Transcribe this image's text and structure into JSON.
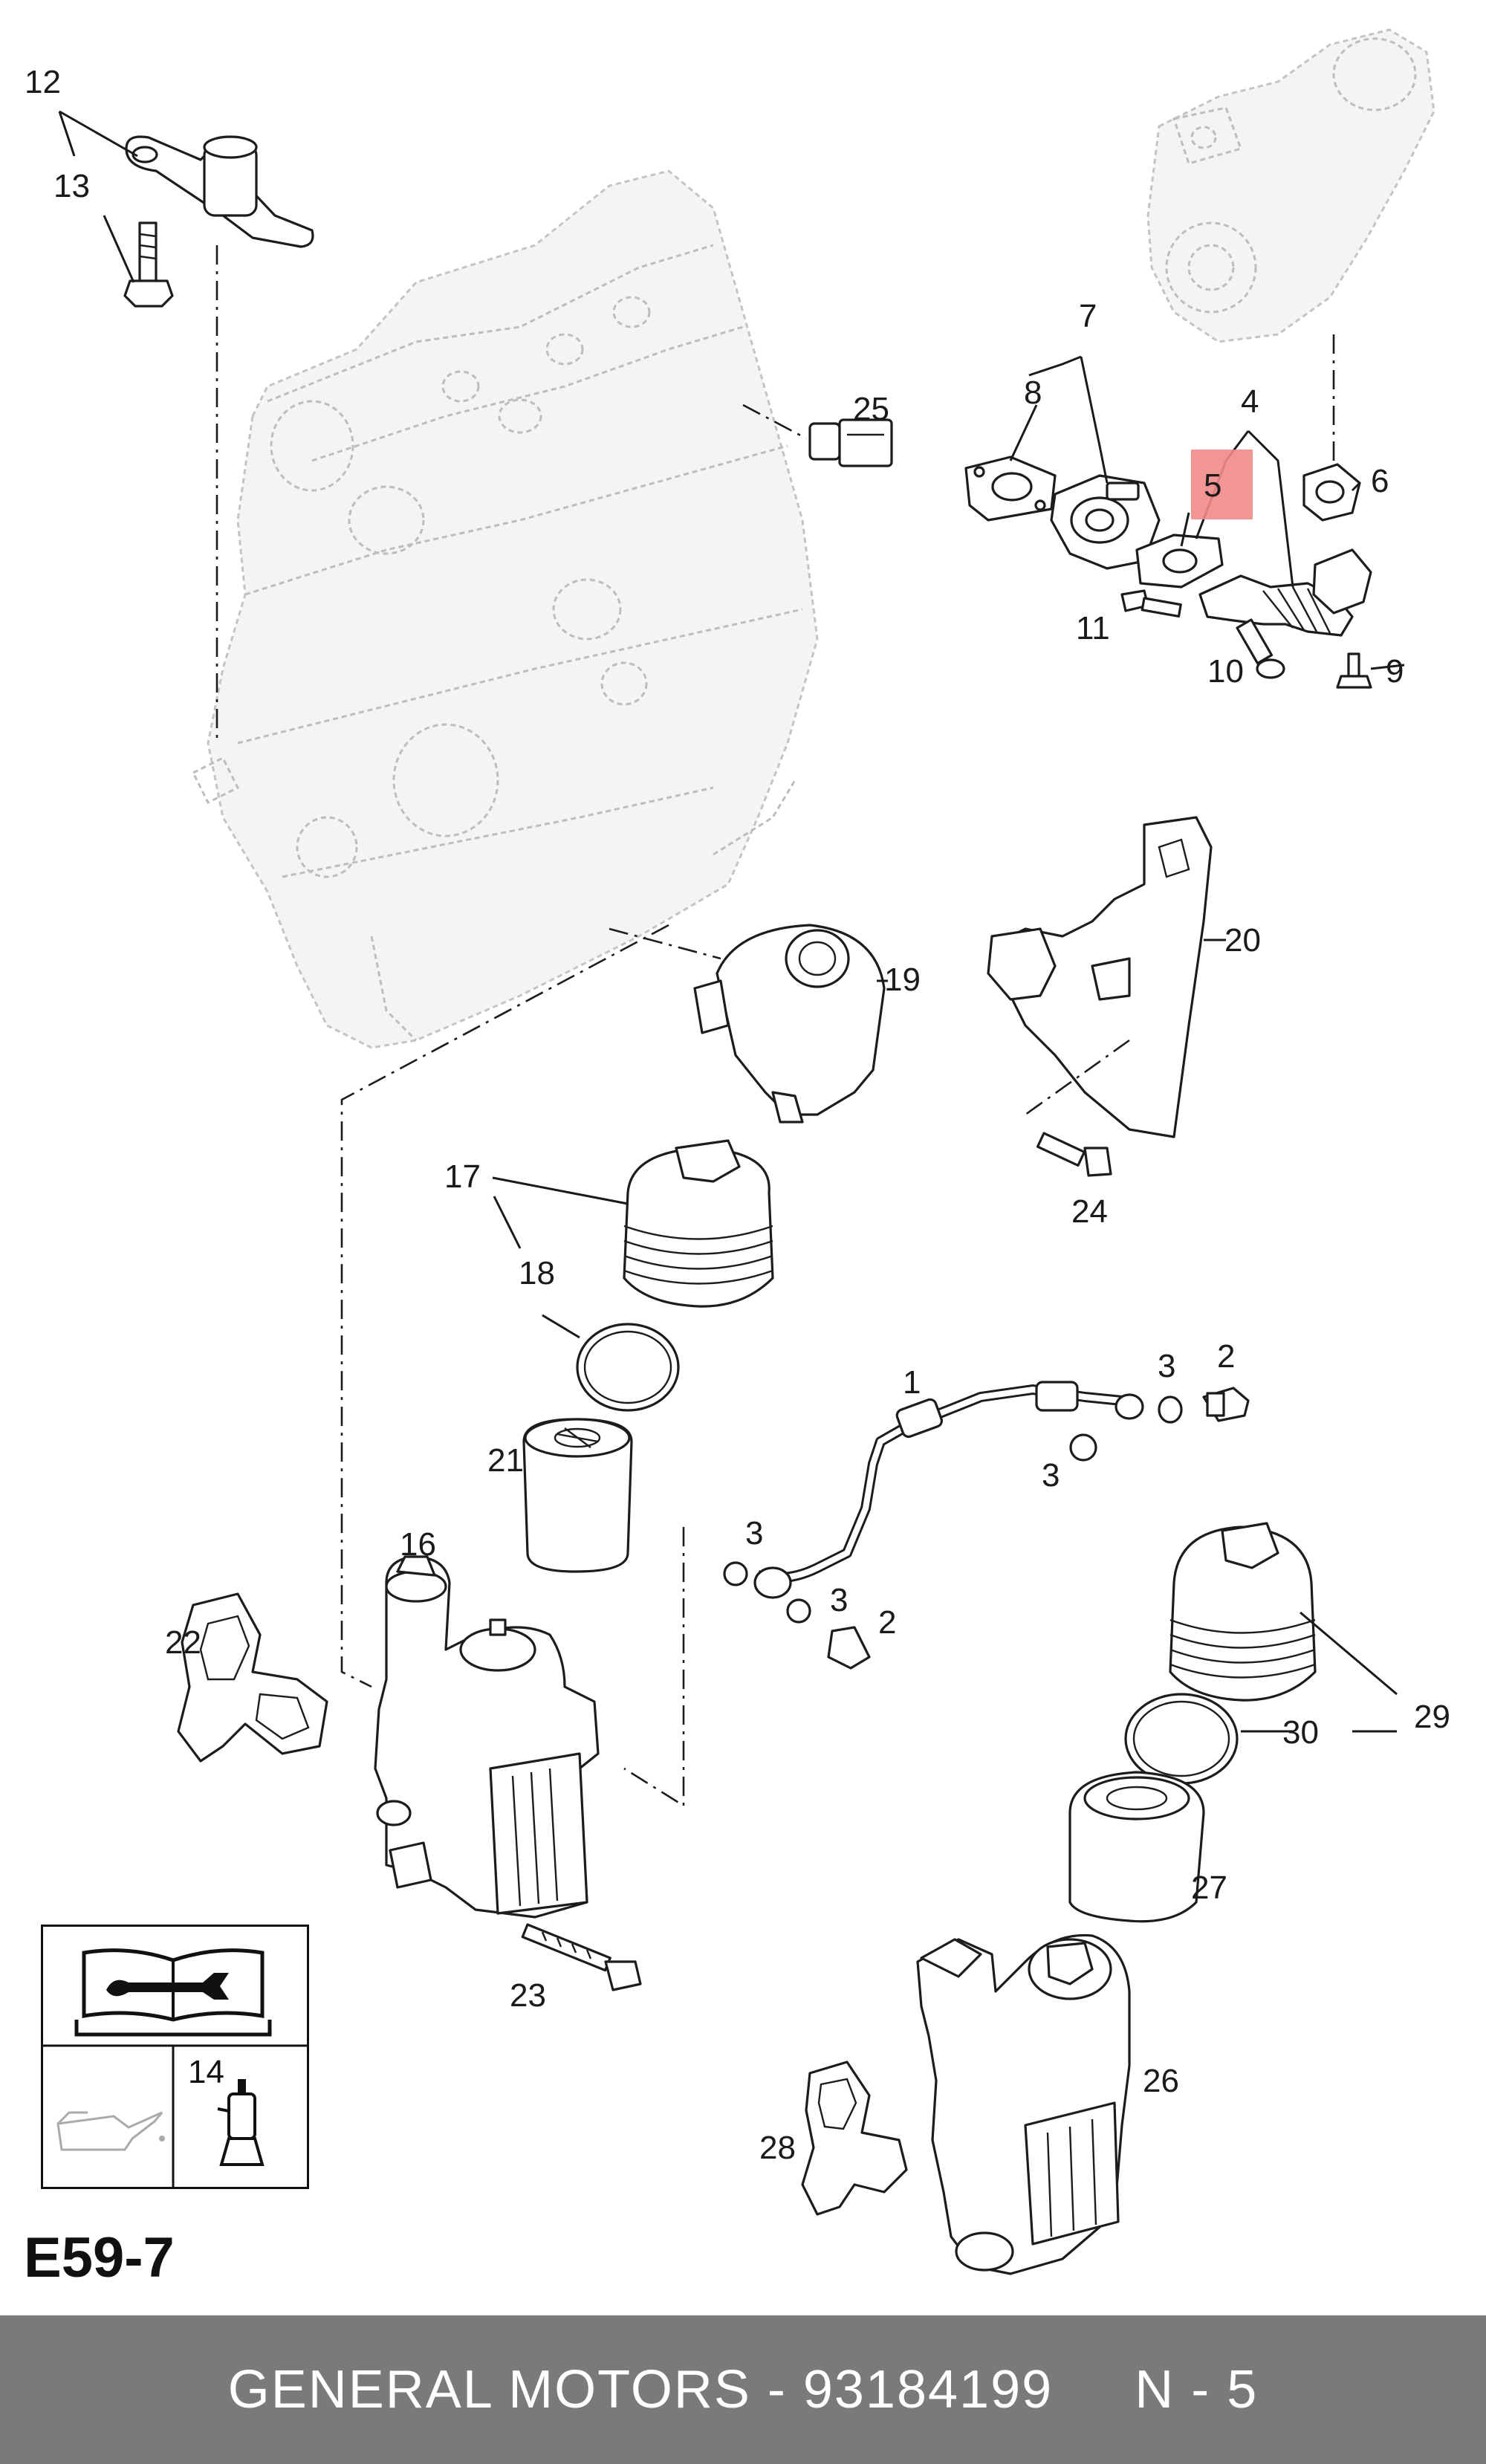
{
  "diagram": {
    "page_code": "E59-7",
    "footer": {
      "brand": "GENERAL MOTORS",
      "part_number": "93184199",
      "position": "N - 5"
    },
    "highlight": {
      "label": "5",
      "color": "#f08a8a"
    },
    "legend": {
      "item_label": "14",
      "icons": [
        "repair-manual-icon",
        "oil-can-icon",
        "sealant-tube-icon"
      ]
    },
    "callouts": {
      "c12": "12",
      "c13": "13",
      "c25": "25",
      "c7": "7",
      "c8": "8",
      "c4": "4",
      "c6": "6",
      "c11": "11",
      "c10": "10",
      "c9": "9",
      "c20": "20",
      "c19": "19",
      "c24": "24",
      "c17": "17",
      "c18": "18",
      "c21": "21",
      "c1": "1",
      "c3a": "3",
      "c2a": "2",
      "c3b": "3",
      "c3c": "3",
      "c3d": "3",
      "c2b": "2",
      "c16": "16",
      "c22": "22",
      "c23": "23",
      "c29": "29",
      "c30": "30",
      "c27": "27",
      "c26": "26",
      "c28": "28"
    }
  }
}
